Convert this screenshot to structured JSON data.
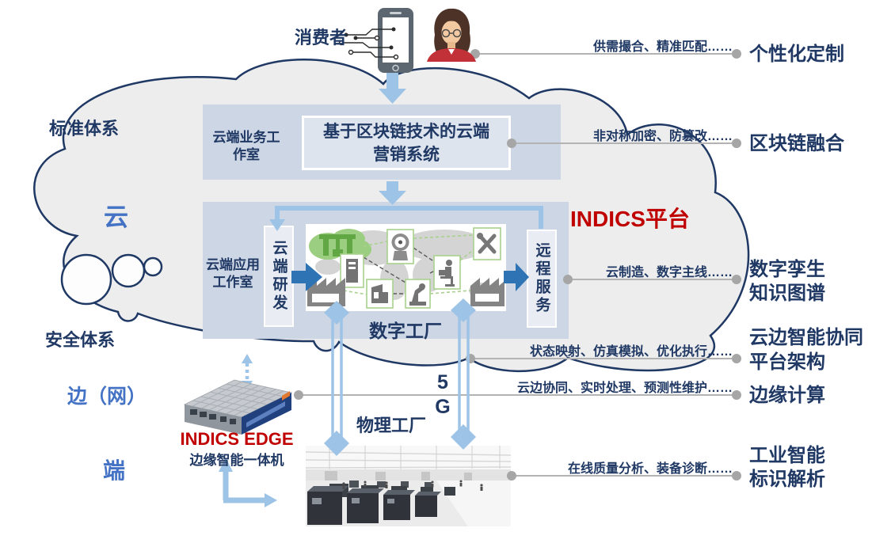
{
  "colors": {
    "navy": "#1f3864",
    "accent_blue": "#4472c4",
    "red": "#c00000",
    "arrow_light_blue": "#9dc3e6",
    "arrow_mid_blue": "#2e74b5",
    "panel_fill": "#cdd6e4",
    "inner_box_fill": "#dee4ee",
    "cloud_fill": "#ededed",
    "connector_gray": "#b3b3b3"
  },
  "consumer": {
    "label": "消费者"
  },
  "layer_labels": {
    "standard_system": "标准体系",
    "cloud_layer": "云",
    "security_system": "安全体系",
    "edge_network_layer": "边（网）",
    "terminal_layer": "端"
  },
  "cloud_section": {
    "business_studio_lines": [
      "云端业务工",
      "作室"
    ],
    "marketing_system_lines": [
      "基于区块链技术的云端",
      "营销系统"
    ],
    "app_studio_lines": [
      "云端应用",
      "工作室"
    ],
    "cloud_rd": "云端研发",
    "remote_service": "远程服务",
    "digital_factory_label": "数字工厂",
    "platform_label": "INDICS平台"
  },
  "edge_section": {
    "device_name": "INDICS EDGE",
    "device_desc": "边缘智能一体机",
    "network_5g": [
      "5",
      "G"
    ],
    "physical_factory_label": "物理工厂"
  },
  "feature_rows": [
    {
      "feature": "供需撮合、精准匹配……",
      "label_lines": [
        "个性化定制"
      ]
    },
    {
      "feature": "非对称加密、防篡改……",
      "label_lines": [
        "区块链融合"
      ]
    },
    {
      "feature": "云制造、数字主线……",
      "label_lines": [
        "数字孪生",
        "知识图谱"
      ]
    },
    {
      "feature": "状态映射、仿真模拟、优化执行……",
      "label_lines": [
        "云边智能协同",
        "平台架构"
      ]
    },
    {
      "feature": "云边协同、实时处理、预测性维护……",
      "label_lines": [
        "边缘计算"
      ]
    },
    {
      "feature": "在线质量分析、装备诊断……",
      "label_lines": [
        "工业智能",
        "标识解析"
      ]
    }
  ],
  "icons": {
    "smartphone": "smartphone-icon",
    "consumer_avatar": "consumer-avatar",
    "cloud_shape": "cloud-shape",
    "digital_factory_image": "digital-factory-illustration",
    "physical_factory_image": "physical-factory-photo",
    "edge_device_image": "edge-device-image"
  }
}
